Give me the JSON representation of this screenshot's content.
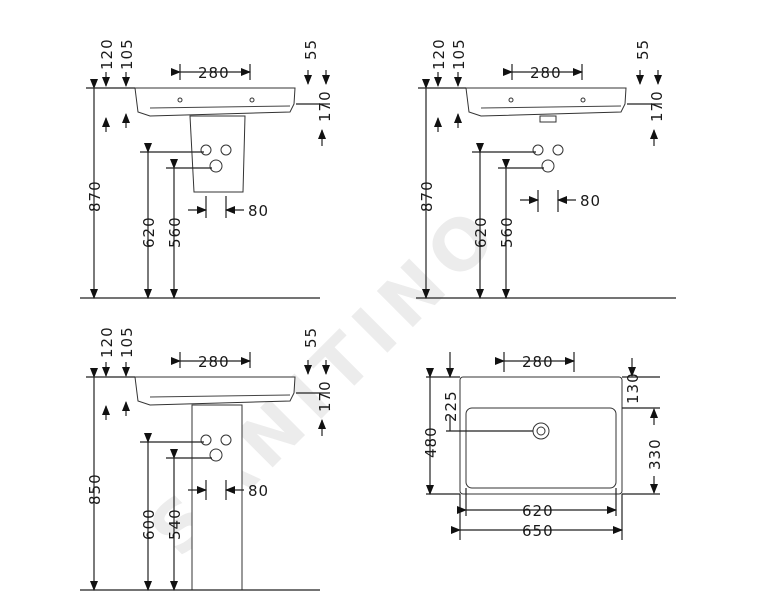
{
  "watermark": "SANITINO",
  "views": {
    "view1": {
      "w280": "280",
      "h120": "120",
      "h105": "105",
      "h55": "55",
      "h170": "170",
      "h870": "870",
      "h620": "620",
      "h560": "560",
      "w80": "80"
    },
    "view2": {
      "w280": "280",
      "h120": "120",
      "h105": "105",
      "h55": "55",
      "h170": "170",
      "h870": "870",
      "h620": "620",
      "h560": "560",
      "w80": "80"
    },
    "view3": {
      "w280": "280",
      "h120": "120",
      "h105": "105",
      "h55": "55",
      "h170": "170",
      "h850": "850",
      "h600": "600",
      "h540": "540",
      "w80": "80"
    },
    "plan": {
      "w280": "280",
      "h225": "225",
      "h480": "480",
      "h130": "130",
      "h330": "330",
      "w620": "620",
      "w650": "650"
    }
  }
}
